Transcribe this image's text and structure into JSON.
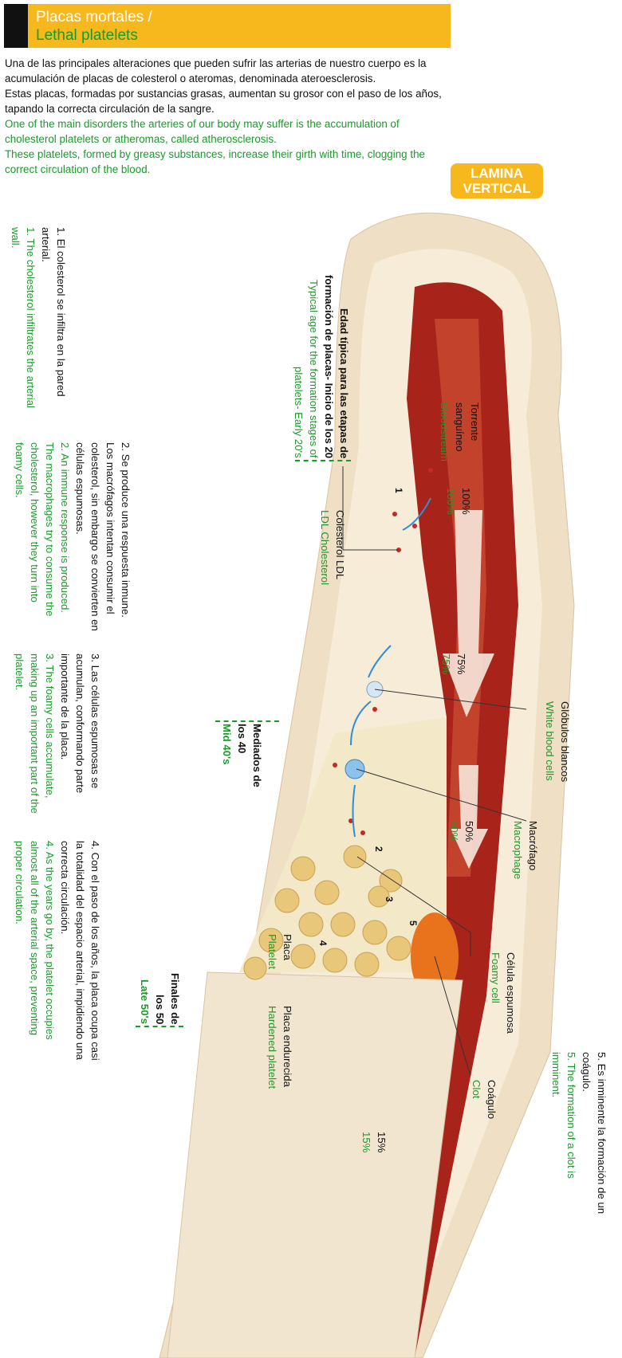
{
  "header": {
    "title_es": "Placas mortales /",
    "title_en": "Lethal platelets"
  },
  "intro": {
    "es": [
      "Una de las principales alteraciones que pueden sufrir las arterias de nuestro cuerpo es la acumulación de placas de colesterol o ateromas, denominada ateroesclerosis.",
      "Estas placas, formadas por sustancias grasas, aumentan su grosor con el paso de los años, tapando la correcta circulación de la sangre."
    ],
    "en": [
      "One of the main disorders the arteries of our body may suffer is the accumulation of cholesterol platelets or atheromas, called atherosclerosis.",
      "These platelets, formed by greasy substances, increase their girth with time, clogging the correct circulation of the blood."
    ]
  },
  "badge": "LAMINA VERTICAL",
  "steps": [
    {
      "es": "1. El colesterol se infiltra en la pared arterial.",
      "en": "1. The cholesterol infiltrates the arterial wall."
    },
    {
      "es": "2. Se produce una respuesta inmune. Los macrófagos intentan consumir el colesterol, sin embargo se convierten en células espumosas.",
      "en": "2. An immune response is produced. The macrophages try to consume the cholesterol, however they turn into foamy cells."
    },
    {
      "es": "3. Las células espumosas se acumulan, conformando parte importante de la placa.",
      "en": "3. The foamy cells accumulate, making up an important part of the platelet."
    },
    {
      "es": "4. Con el paso de los años, la placa ocupa casi la totalidad del espacio arterial, impidiendo una correcta circulación.",
      "en": "4. As the years go by, the platelet occupies almost all of the arterial space, preventing proper circulation."
    },
    {
      "es": "5. Es inminente la formación de un coágulo.",
      "en": "5. The formation of a clot is imminent."
    }
  ],
  "ages": [
    {
      "es": "Edad típica para las etapas de formación de placas- Inicio de los 20",
      "en": "Typical age for the formation stages of platelets- Early 20's"
    },
    {
      "es": "Mediados de los 40",
      "en": "Mid 40's"
    },
    {
      "es": "Finales de los 50",
      "en": "Late 50's"
    }
  ],
  "labels": {
    "bloodstream": {
      "es": "Torrente sanguíneo",
      "en": "Bloodstream"
    },
    "ldl": {
      "es": "Colesterol LDL",
      "en": "LDL Cholesterol"
    },
    "wbc": {
      "es": "Glóbulos blancos",
      "en": "White blood cells"
    },
    "macrophage": {
      "es": "Macrófago",
      "en": "Macrophage"
    },
    "foamy": {
      "es": "Célula espumosa",
      "en": "Foamy cell"
    },
    "clot": {
      "es": "Coágulo",
      "en": "Clot"
    },
    "platelet": {
      "es": "Placa",
      "en": "Platelet"
    },
    "hardened": {
      "es": "Placa endurecida",
      "en": "Hardened platelet"
    }
  },
  "flow": [
    {
      "es": "100%",
      "en": "100%"
    },
    {
      "es": "75%",
      "en": "75%"
    },
    {
      "es": "50%",
      "en": "50%"
    },
    {
      "es": "15%",
      "en": "15%"
    }
  ],
  "markers": [
    "1",
    "2",
    "3",
    "4",
    "5"
  ],
  "colors": {
    "accent": "#f7b81e",
    "green": "#1a9a2a",
    "blood": "#a8231a",
    "wall": "#f1e3c8"
  }
}
